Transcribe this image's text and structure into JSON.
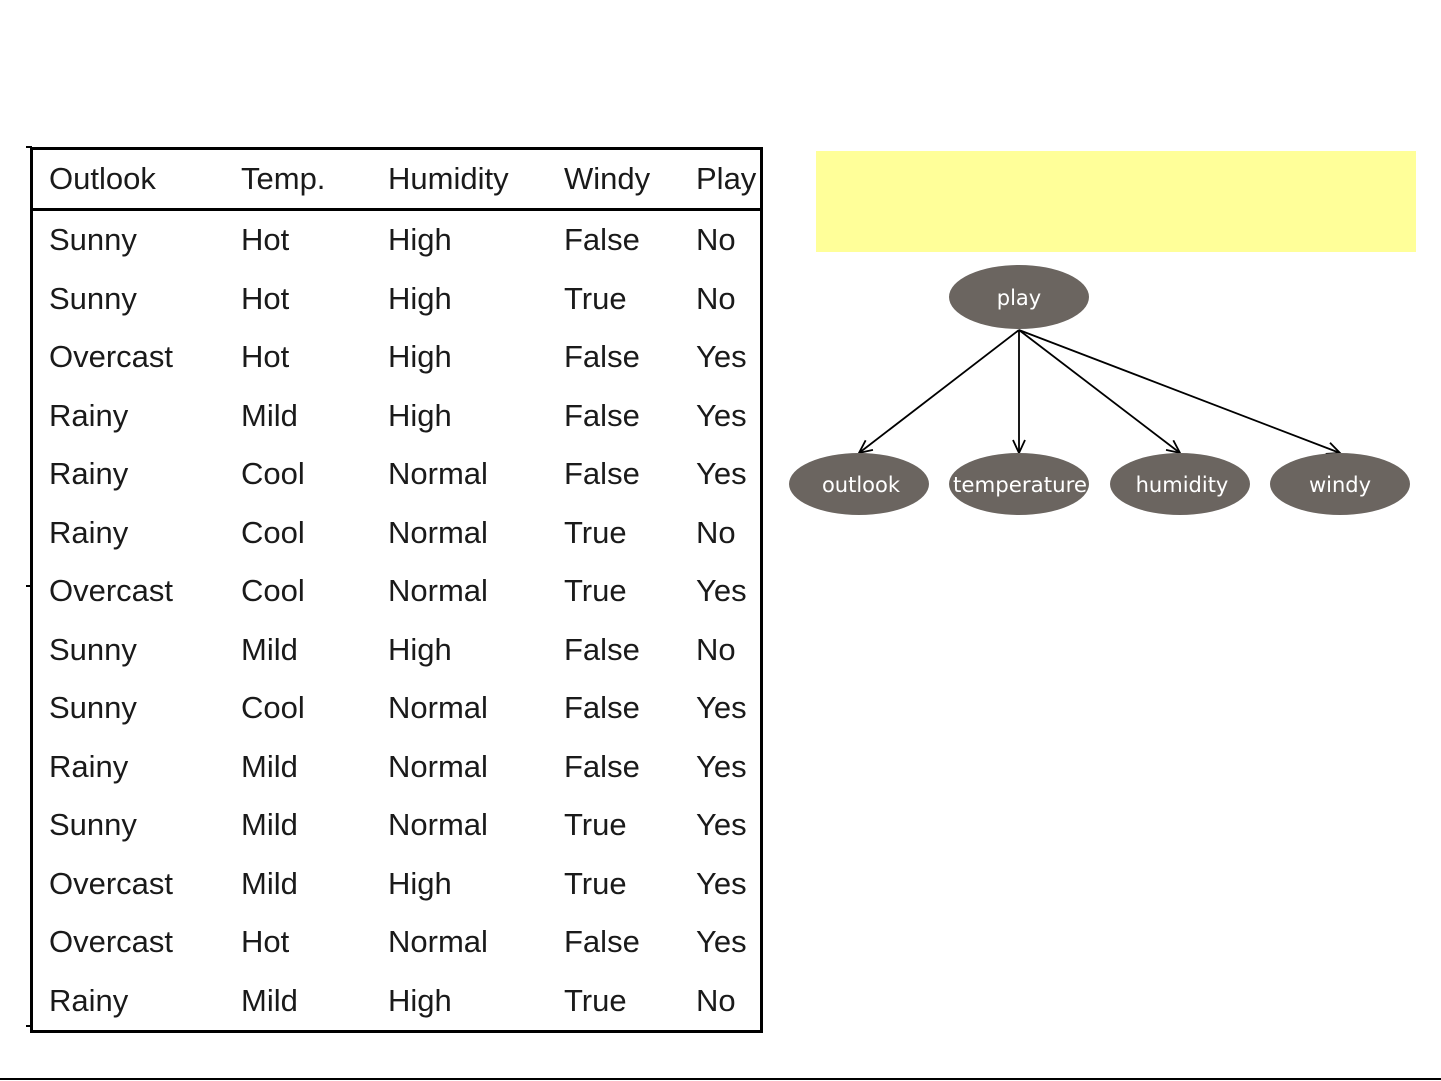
{
  "table": {
    "headers": [
      "Outlook",
      "Temp.",
      "Humidity",
      "Windy",
      "Play"
    ],
    "rows": [
      [
        "Sunny",
        "Hot",
        "High",
        "False",
        "No"
      ],
      [
        "Sunny",
        "Hot",
        "High",
        "True",
        "No"
      ],
      [
        "Overcast",
        "Hot",
        "High",
        "False",
        "Yes"
      ],
      [
        "Rainy",
        "Mild",
        "High",
        "False",
        "Yes"
      ],
      [
        "Rainy",
        "Cool",
        "Normal",
        "False",
        "Yes"
      ],
      [
        "Rainy",
        "Cool",
        "Normal",
        "True",
        "No"
      ],
      [
        "Overcast",
        "Cool",
        "Normal",
        "True",
        "Yes"
      ],
      [
        "Sunny",
        "Mild",
        "High",
        "False",
        "No"
      ],
      [
        "Sunny",
        "Cool",
        "Normal",
        "False",
        "Yes"
      ],
      [
        "Rainy",
        "Mild",
        "Normal",
        "False",
        "Yes"
      ],
      [
        "Sunny",
        "Mild",
        "Normal",
        "True",
        "Yes"
      ],
      [
        "Overcast",
        "Mild",
        "High",
        "True",
        "Yes"
      ],
      [
        "Overcast",
        "Hot",
        "Normal",
        "False",
        "Yes"
      ],
      [
        "Rainy",
        "Mild",
        "High",
        "True",
        "No"
      ]
    ]
  },
  "diagram": {
    "root": "play",
    "children": [
      "outlook",
      "temperature",
      "humidity",
      "windy"
    ]
  },
  "colors": {
    "node_fill": "#6b6560",
    "highlight_box": "#ffff99"
  }
}
